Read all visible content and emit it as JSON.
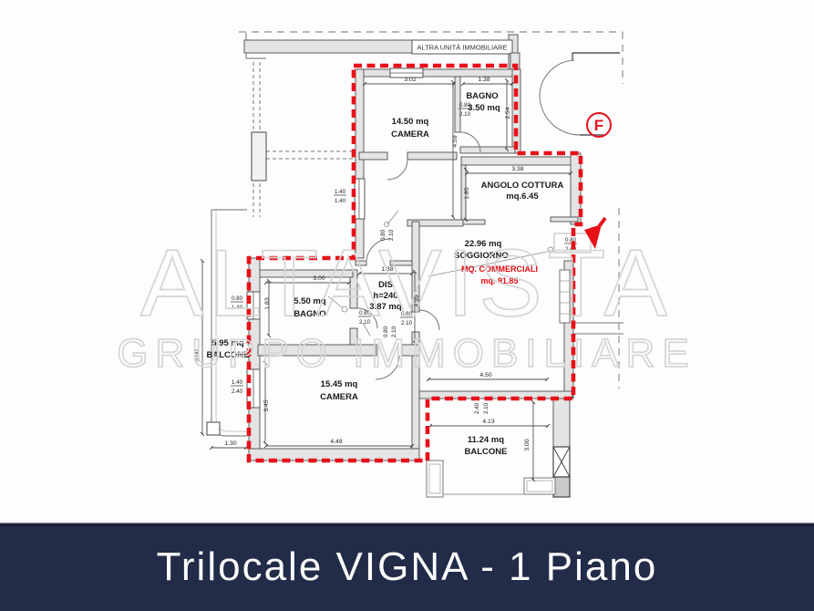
{
  "footer": {
    "title": "Trilocale VIGNA - 1 Piano",
    "bg_color": "#222b48",
    "text_color": "#fafafa"
  },
  "watermark": {
    "line1": "ALTAVISTA",
    "line2": "GRUPPO IMMOBILIARE",
    "color": "#d5d5d5"
  },
  "plan": {
    "top_label": "ALTRA UNITÀ IMMOBILIARE",
    "floor_marker": "F",
    "boundary_color": "#e8111a",
    "rooms": {
      "camera1": [
        "14.50 mq",
        "CAMERA"
      ],
      "bagno1": [
        "BAGNO",
        "3.50 mq"
      ],
      "angolo_cottura": [
        "ANGOLO COTTURA",
        "mq.6.45"
      ],
      "soggiorno": [
        "22.96 mq",
        "SOGGIORNO"
      ],
      "commerciale": [
        "MQ. COMMERCIALI",
        "mq. 91.85"
      ],
      "dis": [
        "DIS",
        "h=240",
        "3.87 mq"
      ],
      "bagno2": [
        "5.50 mq",
        "BAGNO"
      ],
      "balcone1": [
        "5.95 mq",
        "BALCONE"
      ],
      "camera2": [
        "15.45 mq",
        "CAMERA"
      ],
      "balcone2": [
        "11.24 mq",
        "BALCONE"
      ]
    },
    "dims": {
      "d1": "3.02",
      "d2": "1.38",
      "d3": "3.38",
      "d4": "3.00",
      "d5": "1.38",
      "d6": "4.48",
      "d7": "4.13",
      "d8": "1.30",
      "d17": "4.50",
      "d9": "2.54",
      "d10": "4.59",
      "d11": "1.85",
      "d12": "4.99",
      "d13": "1.83",
      "d14": "5.00",
      "d15": "3.45",
      "d16": "3.00",
      "p1a": "0.80",
      "p1b": "2.10",
      "p2a": "1.40",
      "p2b": "1.40",
      "p3a": "0.80",
      "p3b": "2.10",
      "p4a": "0.80",
      "p4b": "2.10",
      "p5a": "0.80",
      "p5b": "1.40",
      "p6a": "1.40",
      "p6b": "2.40",
      "p7a": "0.80",
      "p7b": "2.40",
      "v9a": "0.80",
      "v9b": "2.10",
      "v10a": "0.80",
      "v10b": "2.10",
      "v11a": "2.40",
      "v11b": "2.10"
    }
  }
}
